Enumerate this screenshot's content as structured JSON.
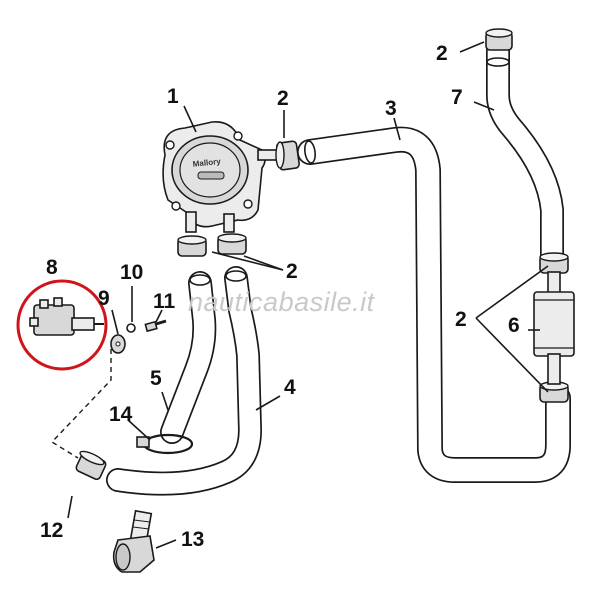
{
  "watermark": "nauticabasile.it",
  "callouts": {
    "c1": "1",
    "c2_top_right": "2",
    "c2_pump_outlet": "2",
    "c2_pump_bottom": "2",
    "c2_filter": "2",
    "c3": "3",
    "c4": "4",
    "c5": "5",
    "c6": "6",
    "c7": "7",
    "c8": "8",
    "c9": "9",
    "c10": "10",
    "c11": "11",
    "c12": "12",
    "c13": "13",
    "c14": "14"
  },
  "highlight_color": "#d0141b",
  "line_color": "#1a1a1a",
  "watermark_color": "#c9c9c9"
}
